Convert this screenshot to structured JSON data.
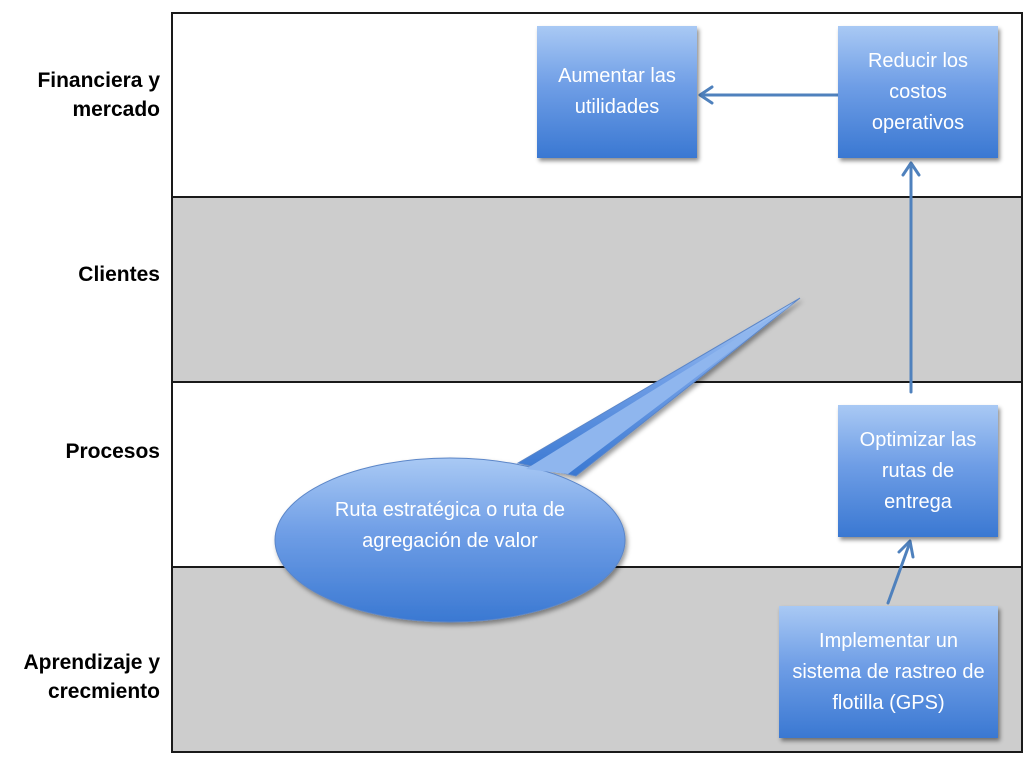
{
  "rows": {
    "financial": "Financiera y mercado",
    "customers": "Clientes",
    "processes": "Procesos",
    "learning": "Aprendizaje y crecmiento"
  },
  "nodes": {
    "increase_profits": "Aumentar las utilidades",
    "reduce_costs": "Reducir los costos operativos",
    "optimize_routes": "Optimizar las rutas de entrega",
    "gps_system": "Implementar un sistema de rastreo de flotilla (GPS)"
  },
  "callout": {
    "text": "Ruta estratégica o ruta de agregación de valor"
  },
  "colors": {
    "node_top": "#a9c9f4",
    "node_bottom": "#3a78d2",
    "band_gray": "#cdcdcd",
    "arrow": "#4f81bd"
  }
}
